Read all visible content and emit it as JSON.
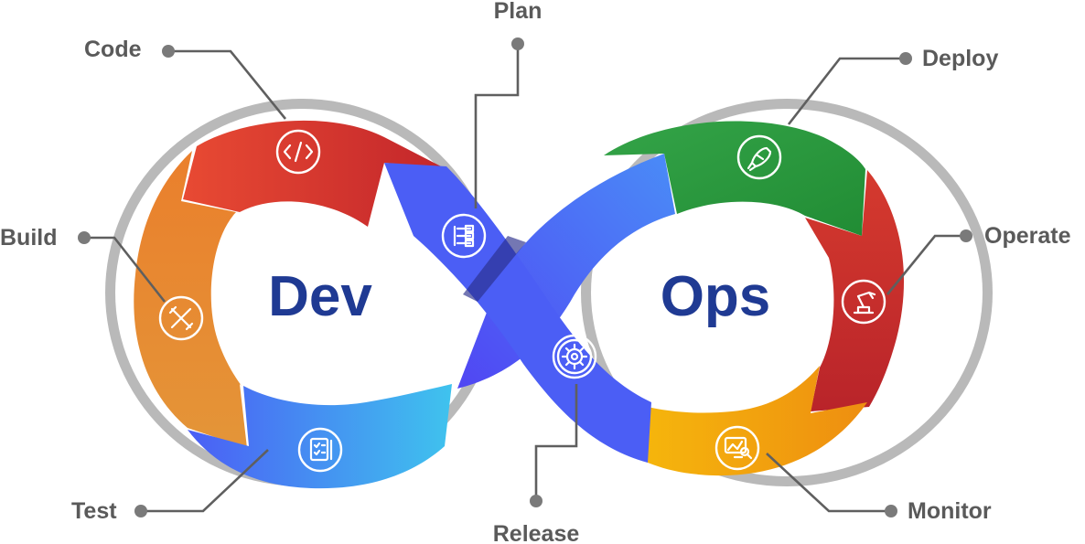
{
  "center": {
    "left": "Dev",
    "right": "Ops"
  },
  "stages": [
    {
      "key": "plan",
      "label": "Plan",
      "icon": "checklist-flow-icon",
      "color": "#4a5cf3"
    },
    {
      "key": "code",
      "label": "Code",
      "icon": "code-brackets-icon",
      "color": "#d8322b"
    },
    {
      "key": "build",
      "label": "Build",
      "icon": "wrench-screwdriver-icon",
      "color": "#e8842f"
    },
    {
      "key": "test",
      "label": "Test",
      "icon": "clipboard-check-icon",
      "color": "#3f8ff0"
    },
    {
      "key": "release",
      "label": "Release",
      "icon": "gear-icon",
      "color": "#4f63f5"
    },
    {
      "key": "deploy",
      "label": "Deploy",
      "icon": "rocket-icon",
      "color": "#2e9b3f"
    },
    {
      "key": "operate",
      "label": "Operate",
      "icon": "robot-arm-icon",
      "color": "#c9302c"
    },
    {
      "key": "monitor",
      "label": "Monitor",
      "icon": "monitor-chart-icon",
      "color": "#f1a20f"
    }
  ],
  "colors": {
    "ring_gray": "#b9b9b9",
    "text": "#5a5a5a",
    "center_text": "#1f3a93"
  }
}
